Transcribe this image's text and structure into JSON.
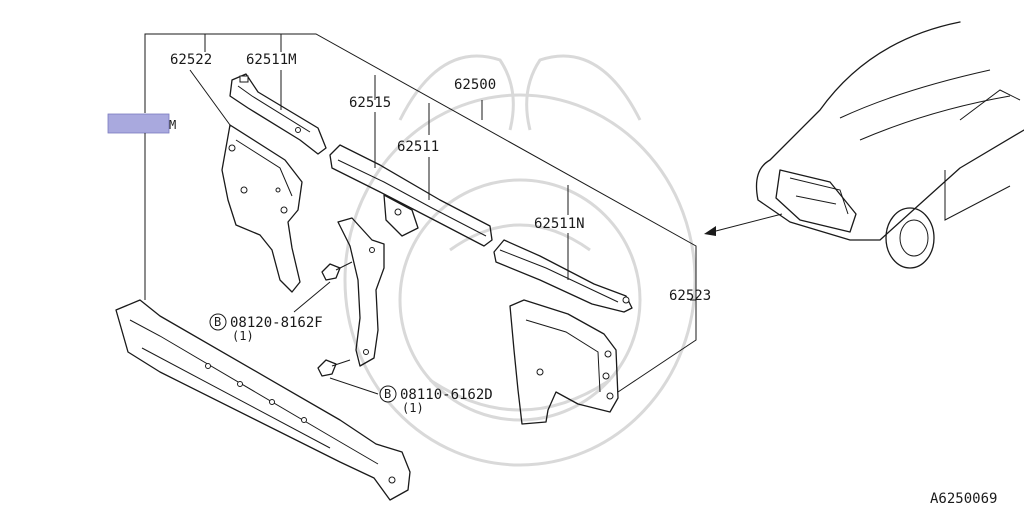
{
  "labels": {
    "p62522": "62522",
    "p62511m": "62511M",
    "p62500": "62500",
    "p62515": "62515",
    "p62511": "62511",
    "p62511n": "62511N",
    "p62523": "62523",
    "m_suffix": "M",
    "bolt1_code": "08120-8162F",
    "bolt1_qty": "(1)",
    "bolt2_code": "08110-6162D",
    "bolt2_qty": "(1)",
    "bolt_mark": "B",
    "diagram_id": "A6250069"
  },
  "colors": {
    "line": "#1a1a1a",
    "highlight": "#a9a9de",
    "watermark": "#d9d9d9",
    "background": "#ffffff"
  },
  "icons": {
    "bolt_marker": "circled-b-icon",
    "direction_arrow": "arrow-icon"
  }
}
